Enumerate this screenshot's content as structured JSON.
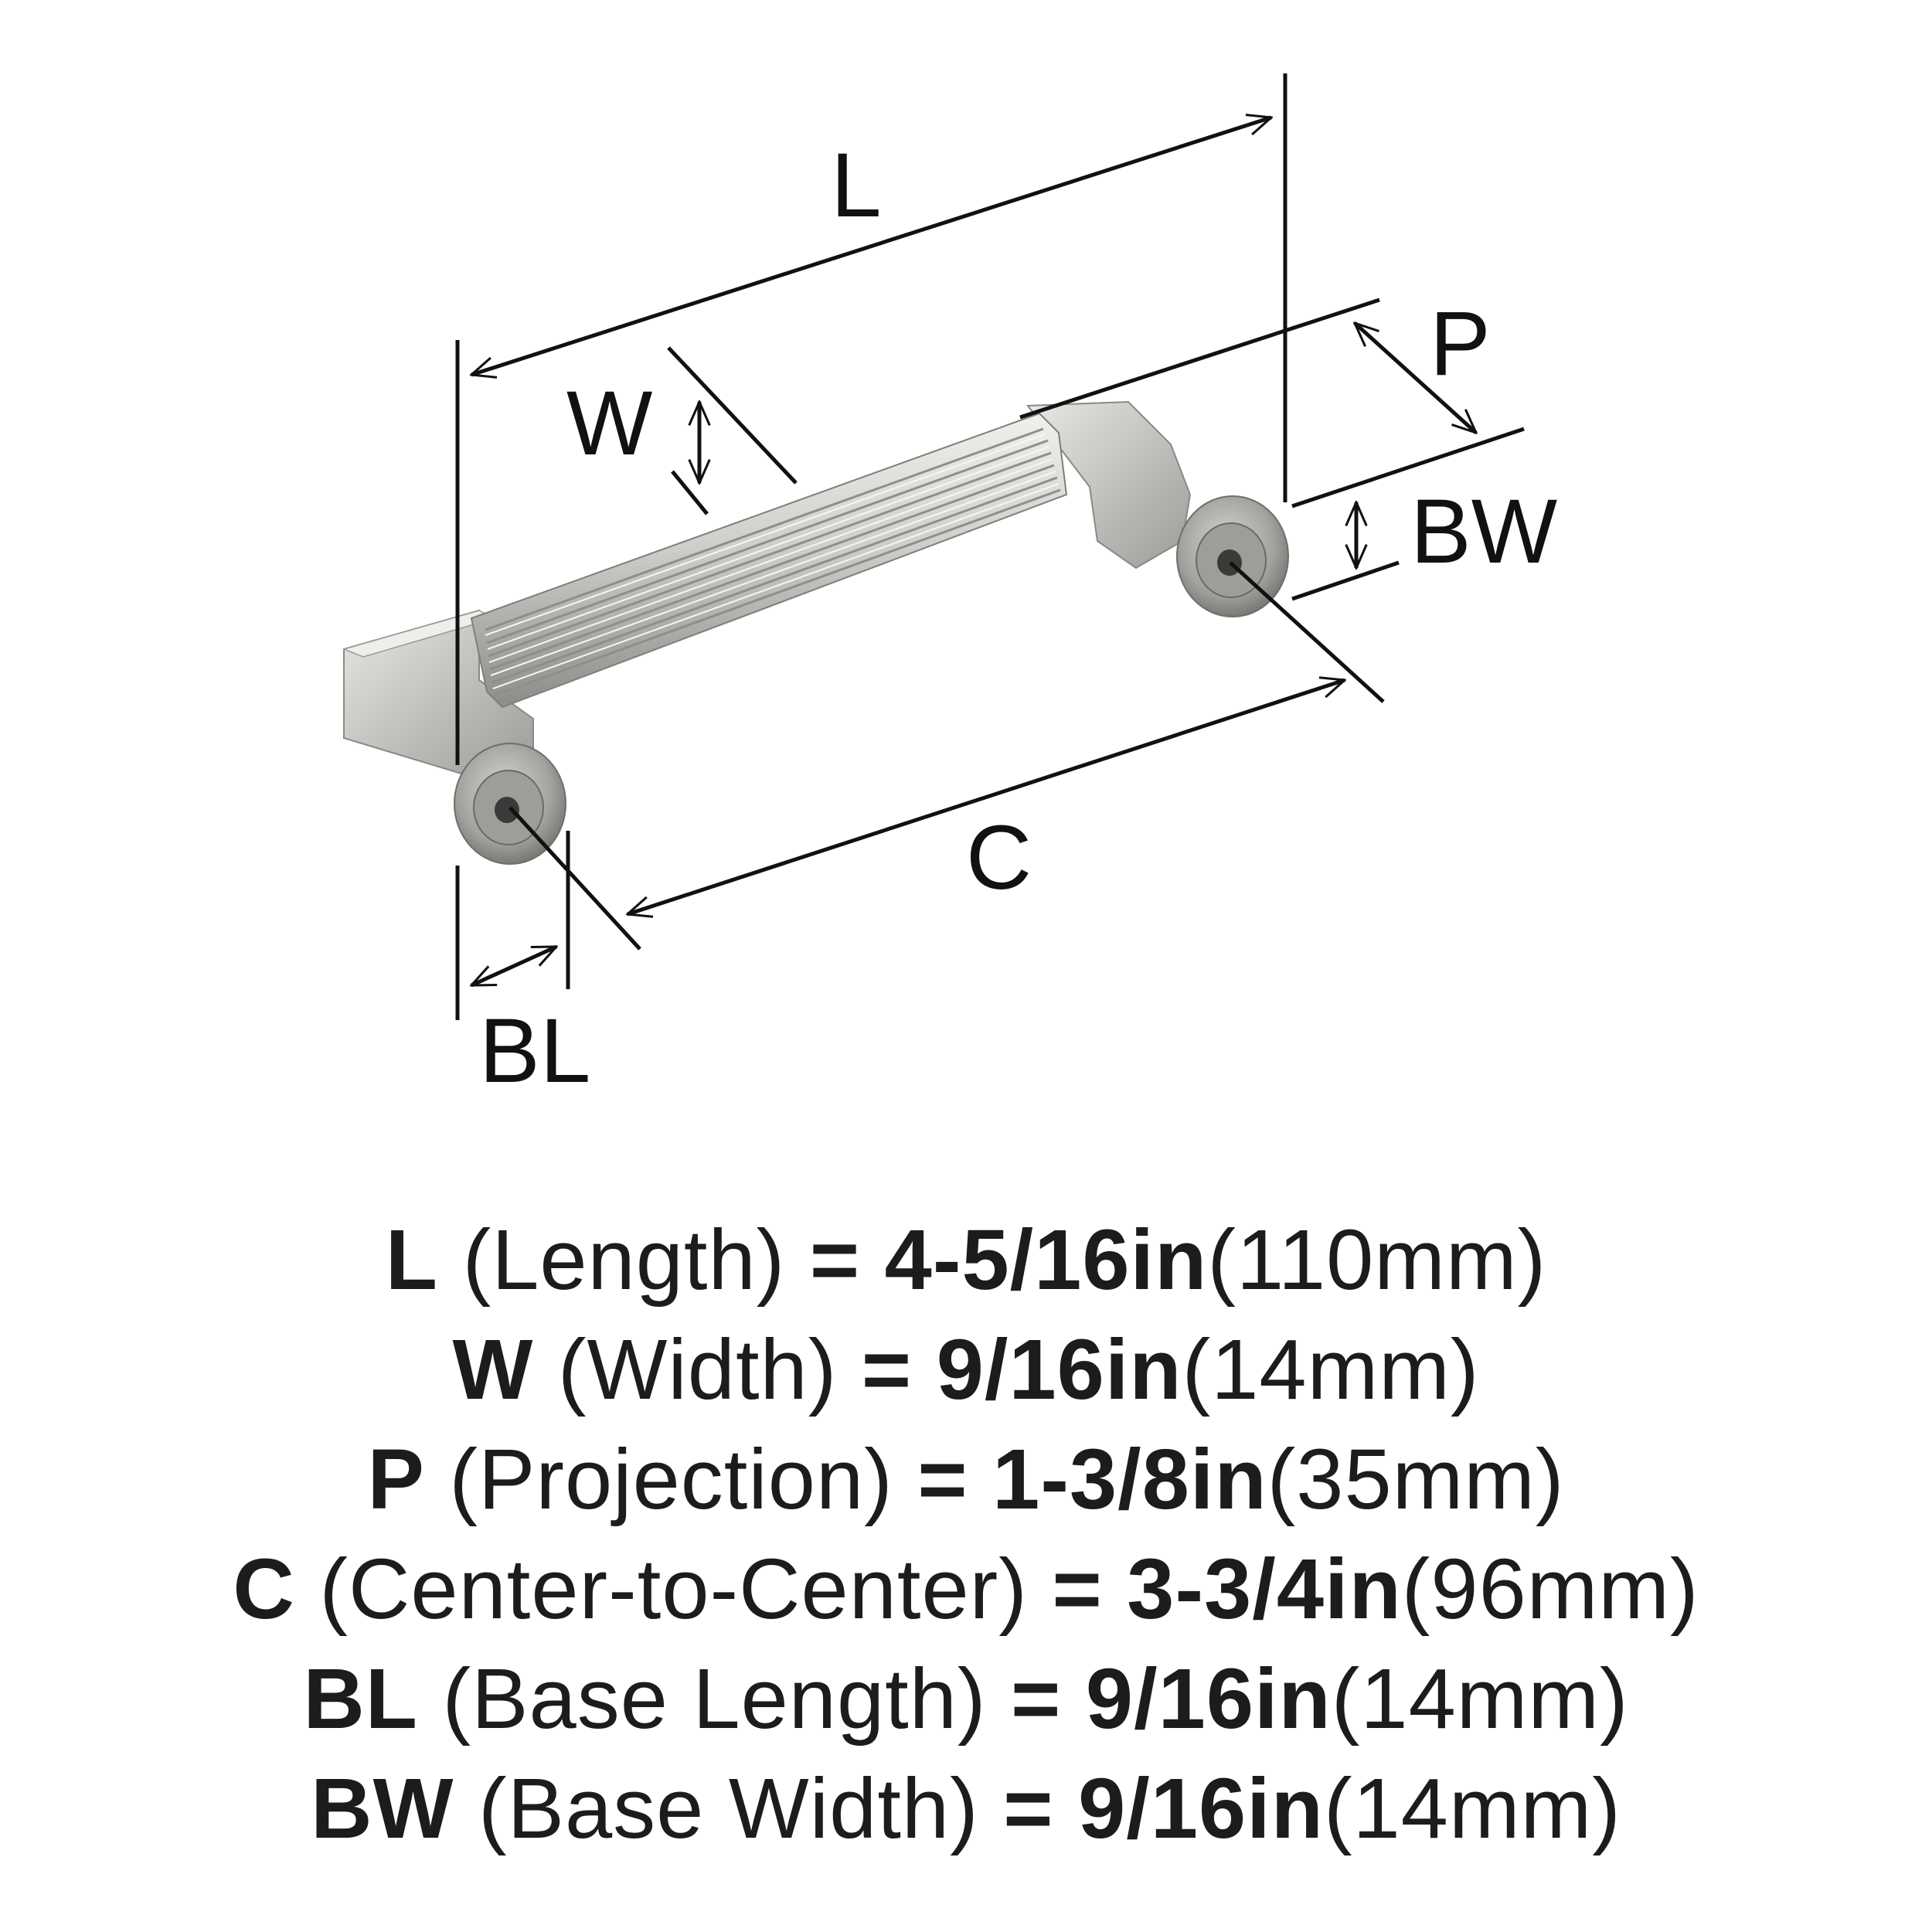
{
  "labels": {
    "L": "L",
    "W": "W",
    "P": "P",
    "BW": "BW",
    "C": "C",
    "BL": "BL"
  },
  "specs": [
    {
      "code": "L",
      "desc": "(Length)",
      "eq": "=",
      "imperial": "4-5/16in",
      "metric": "(110mm)"
    },
    {
      "code": "W",
      "desc": "(Width)",
      "eq": "=",
      "imperial": "9/16in",
      "metric": "(14mm)"
    },
    {
      "code": "P",
      "desc": "(Projection)",
      "eq": "=",
      "imperial": "1-3/8in",
      "metric": "(35mm)"
    },
    {
      "code": "C",
      "desc": "(Center-to-Center)",
      "eq": "=",
      "imperial": "3-3/4in",
      "metric": "(96mm)"
    },
    {
      "code": "BL",
      "desc": "(Base Length)",
      "eq": "=",
      "imperial": "9/16in",
      "metric": "(14mm)"
    },
    {
      "code": "BW",
      "desc": "(Base Width)",
      "eq": "=",
      "imperial": "9/16in",
      "metric": "(14mm)"
    }
  ],
  "colors": {
    "line": "#111111",
    "metal_light": "#e4e3e0",
    "metal_mid": "#b9b8b4",
    "metal_dark": "#7e7d79"
  }
}
